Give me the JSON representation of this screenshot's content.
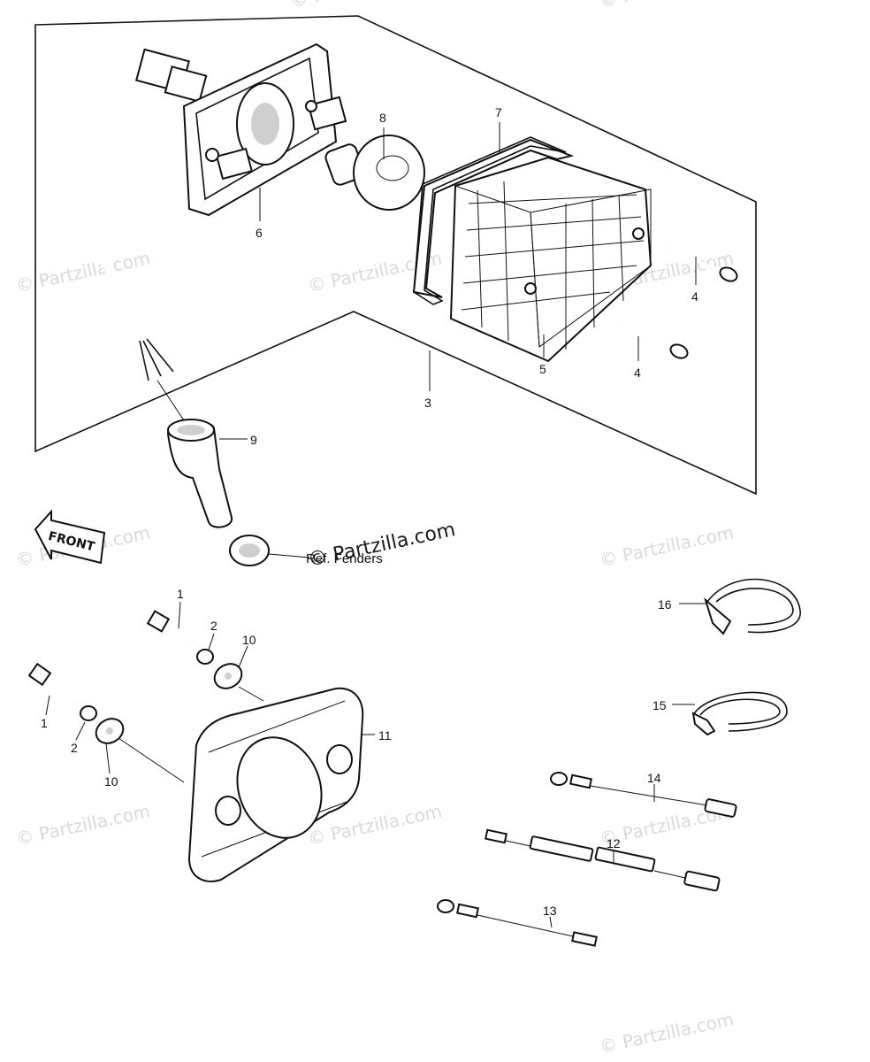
{
  "watermarks": [
    {
      "id": "wm-1",
      "text": "© Partzilla.com"
    },
    {
      "id": "wm-2",
      "text": "© Partzilla.com"
    },
    {
      "id": "wm-3",
      "text": "© Partzilla.com"
    },
    {
      "id": "wm-4",
      "text": "© Partzilla.com"
    },
    {
      "id": "wm-5",
      "text": "© Partzilla.com"
    },
    {
      "id": "wm-6",
      "text": "© Partzilla.com"
    },
    {
      "id": "wm-7",
      "text": "© Partzilla.com"
    },
    {
      "id": "wm-8",
      "text": "© Partzilla.com"
    },
    {
      "id": "wm-9",
      "text": "© Partzilla.com"
    },
    {
      "id": "wm-10",
      "text": "© Partzilla.com"
    },
    {
      "id": "wm-11",
      "text": "© Partzilla.com"
    }
  ],
  "center_watermark": "© Partzilla.com",
  "front_label": "FRONT",
  "reference_note": "Ref. Fenders",
  "callouts": {
    "c1a": "1",
    "c1b": "1",
    "c2a": "2",
    "c2b": "2",
    "c3": "3",
    "c4a": "4",
    "c4b": "4",
    "c5": "5",
    "c6": "6",
    "c7": "7",
    "c8": "8",
    "c9": "9",
    "c10a": "10",
    "c10b": "10",
    "c11": "11",
    "c12": "12",
    "c13": "13",
    "c14": "14",
    "c15": "15",
    "c16": "16"
  }
}
